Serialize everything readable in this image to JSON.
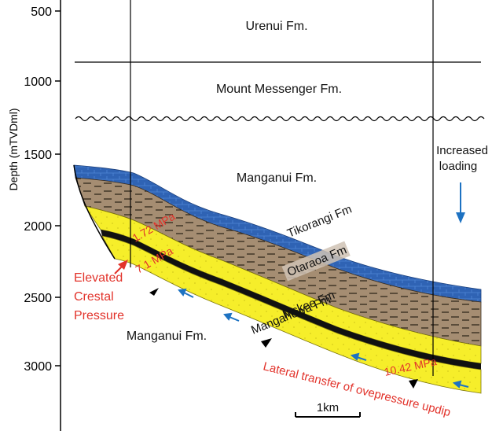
{
  "axis": {
    "ylabel": "Depth (mTVDml)",
    "ticks": [
      "500",
      "1000",
      "1500",
      "2000",
      "2500",
      "3000"
    ]
  },
  "formations": {
    "urenui": "Urenui Fm.",
    "mount_messenger": "Mount Messenger Fm.",
    "manganui_upper": "Manganui Fm.",
    "manganui_lower": "Manganui Fm.",
    "tikorangi": "Tikorangi Fm",
    "otaraoa": "Otaraoa Fm",
    "mckee": "Mckee Fm",
    "mangahewa": "Mangahewa Fm"
  },
  "pressures": {
    "p1": "1.72 MPa",
    "p2": "7.1 MPa",
    "p3": "10.42 MPa"
  },
  "annotations": {
    "elevated": [
      "Elevated",
      "Crestal",
      "Pressure"
    ],
    "loading": [
      "Increased",
      "loading"
    ],
    "lateral": "Lateral transfer of ovepressure updip",
    "scale": "1km"
  },
  "colors": {
    "limestone": "#2f63b4",
    "shale": "#a58d72",
    "sand": "#f6ee2a",
    "red_text": "#e2332b",
    "arrow_blue": "#1d72c2"
  }
}
